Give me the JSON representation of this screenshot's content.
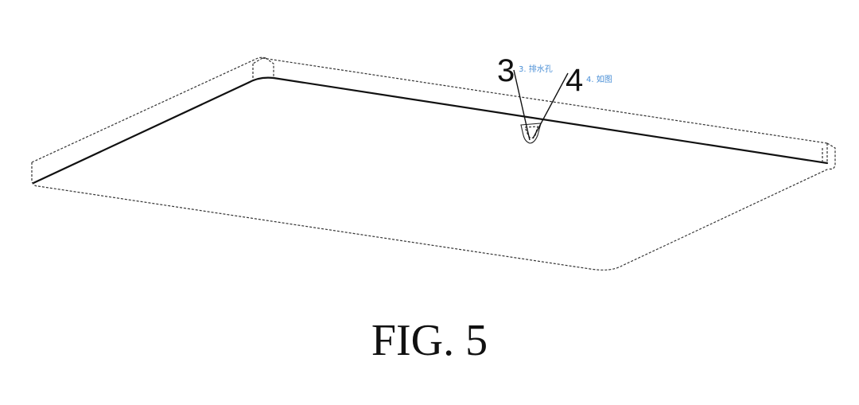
{
  "references": [
    {
      "number": "3",
      "note": "3. 排水孔"
    },
    {
      "number": "4",
      "note": "4. 如图"
    }
  ],
  "caption": "FIG. 5",
  "colors": {
    "line": "#111111",
    "annotation": "#4a8fd6",
    "background": "#ffffff"
  }
}
